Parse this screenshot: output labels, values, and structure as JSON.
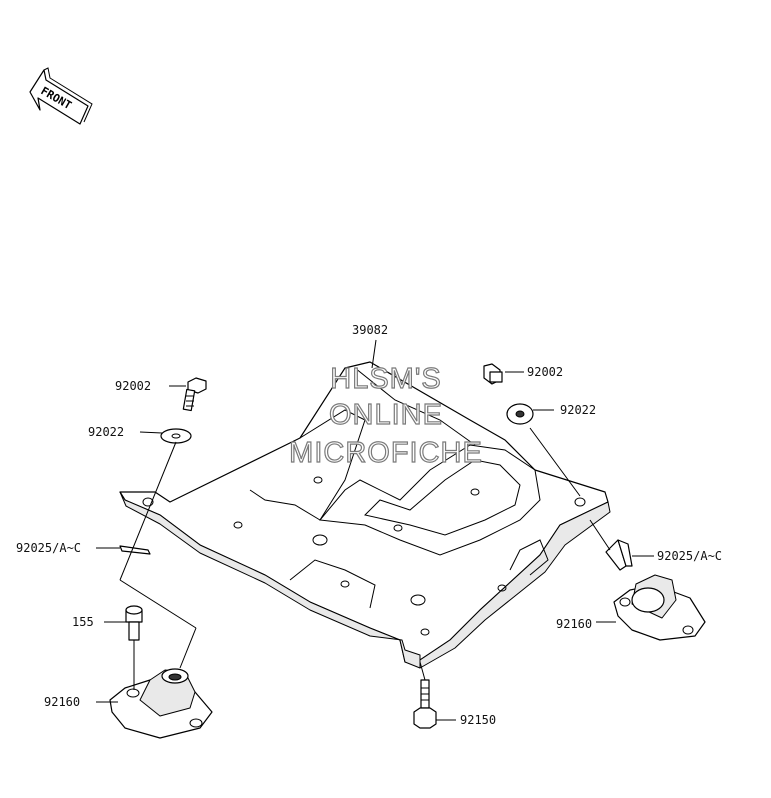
{
  "front_indicator": {
    "text": "FRONT"
  },
  "watermark": {
    "lines": [
      "HLSM'S",
      "ONLINE",
      "MICROFICHE"
    ]
  },
  "labels": {
    "plate": "39082",
    "bolt_left": "92002",
    "bolt_right": "92002",
    "washer_left": "92022",
    "washer_right": "92022",
    "clip_left": "92025/A~C",
    "clip_right": "92025/A~C",
    "bolt_155": "155",
    "mount_left": "92160",
    "mount_right": "92160",
    "bolt_bottom": "92150"
  }
}
